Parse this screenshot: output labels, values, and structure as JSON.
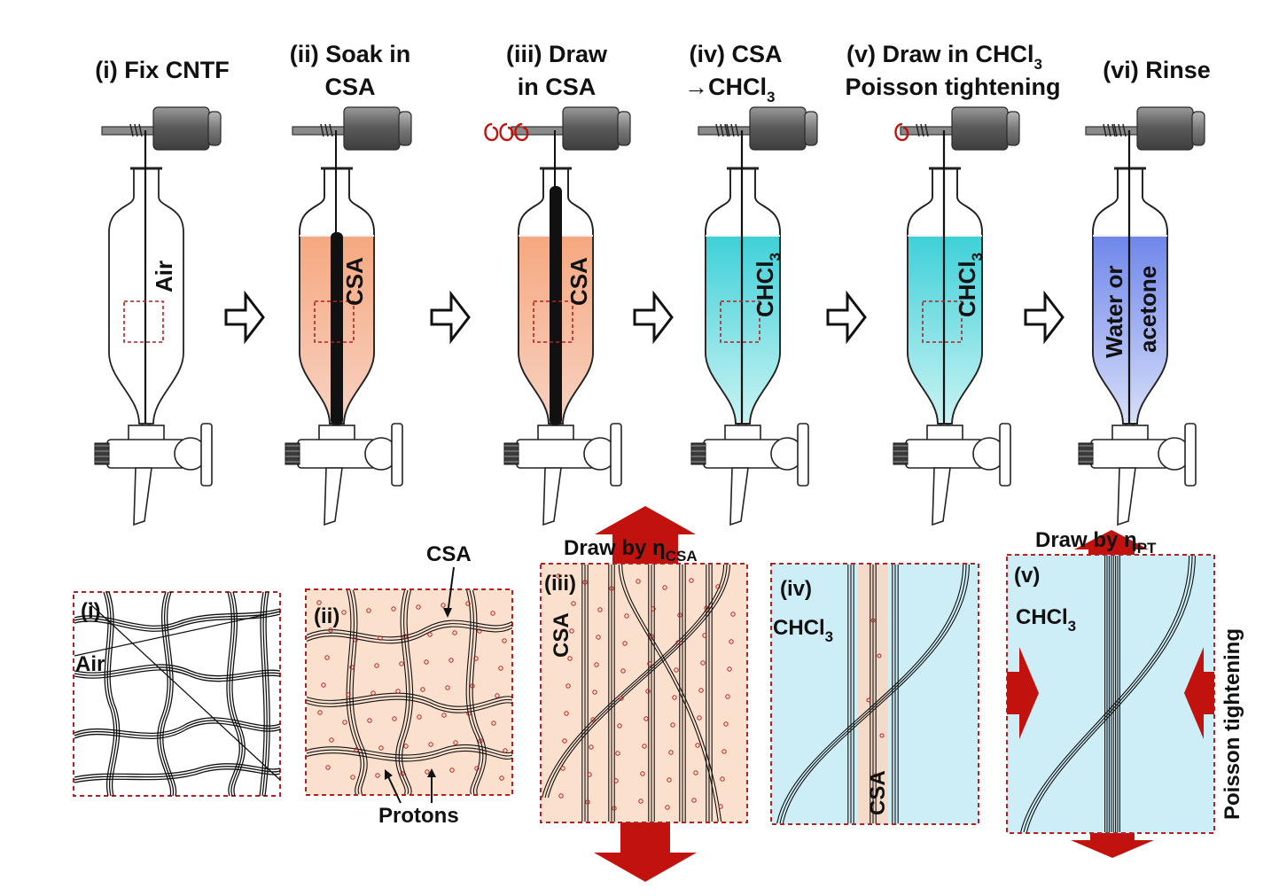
{
  "steps": [
    {
      "title_lines": [
        "(i) Fix CNTF"
      ],
      "medium": "Air"
    },
    {
      "title_lines": [
        "(ii) Soak in",
        "CSA"
      ],
      "medium": "CSA"
    },
    {
      "title_lines": [
        "(iii) Draw",
        "in CSA"
      ],
      "medium": "CSA"
    },
    {
      "title_lines": [
        "(iv) CSA",
        "→CHCl"
      ],
      "title_sub": "3",
      "medium": "CHCl",
      "medium_sub": "3"
    },
    {
      "title_lines": [
        "(v) Draw in CHCl",
        "Poisson tightening"
      ],
      "title_sub": "3",
      "medium": "CHCl",
      "medium_sub": "3"
    },
    {
      "title_lines": [
        "(vi) Rinse"
      ],
      "medium_lines": [
        "Water or",
        "acetone"
      ]
    }
  ],
  "panels": {
    "i": {
      "tag": "(i)",
      "medium": "Air"
    },
    "ii": {
      "tag": "(ii)",
      "label_csa": "CSA",
      "label_protons": "Protons"
    },
    "iii": {
      "tag": "(iii)",
      "medium": "CSA",
      "draw_label": "Draw by η",
      "draw_sub": "CSA"
    },
    "iv": {
      "tag": "(iv)",
      "medium": "CHCl",
      "medium_sub": "3",
      "core_label": "CSA"
    },
    "v": {
      "tag": "(v)",
      "medium": "CHCl",
      "medium_sub": "3",
      "draw_label": "Draw by η",
      "draw_sub": "PT",
      "side_label": "Poisson tightening"
    }
  },
  "colors": {
    "csa_fill": "#f6a87f",
    "chcl3_fill": "#3fd0d8",
    "rinse_fill": "#6f86ea",
    "panel_csa_bg": "#fbe0cd",
    "panel_chcl3_bg": "#cdeef6",
    "arrow_red": "#c1120d",
    "dash_red": "#b22222",
    "motor_gray": "#6a6a6a"
  }
}
